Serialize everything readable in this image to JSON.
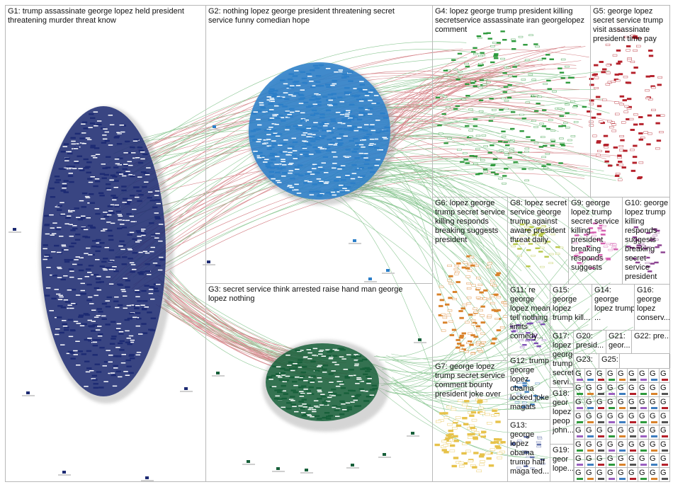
{
  "groups": [
    {
      "id": "G1",
      "label": "G1: trump assassinate george lopez held president threatening murder threat know",
      "color": "#1d2b73"
    },
    {
      "id": "G2",
      "label": "G2: nothing lopez george president threatening secret service funny comedian hope",
      "color": "#2c7fc9"
    },
    {
      "id": "G3",
      "label": "G3: secret service think arrested raise hand man george lopez nothing",
      "color": "#17603a"
    },
    {
      "id": "G4",
      "label": "G4: lopez george trump president killing secretservice assassinate iran georgelopez comment",
      "color": "#2e9a3c"
    },
    {
      "id": "G5",
      "label": "G5: george lopez secret service trump visit assassinate president time pay",
      "color": "#b5202a"
    },
    {
      "id": "G6",
      "label": "G6: lopez george trump secret service killing responds breaking suggests president",
      "color": "#d9822b"
    },
    {
      "id": "G7",
      "label": "G7: george lopez trump secret service comment bounty president joke over",
      "color": "#e7c24a"
    },
    {
      "id": "G8",
      "label": "G8: lopez secret service george trump against aware president threat daily",
      "color": "#b9c94a"
    },
    {
      "id": "G9",
      "label": "G9: george lopez trump secret service killing president breaking responds suggests",
      "color": "#d45fb0"
    },
    {
      "id": "G10",
      "label": "G10: george lopez trump killing responds suggests breaking secret service president",
      "color": "#8a3f8f"
    },
    {
      "id": "G11",
      "label": "G11: re george lopez mean tell nothing limits comedy...",
      "color": "#7d4fb5"
    },
    {
      "id": "G12",
      "label": "G12: trump george lopez obama locked joke magats",
      "color": "#3e7dbf"
    },
    {
      "id": "G13",
      "label": "G13: george lopez obama trump half maga ted...",
      "color": "#5e6ea8"
    },
    {
      "id": "G14",
      "label": "G14: george lopez trump ...",
      "color": "#3aa0c9"
    },
    {
      "id": "G15",
      "label": "G15: george lopez trump kill...",
      "color": "#6aa84f"
    },
    {
      "id": "G16",
      "label": "G16: george lopez conserv...",
      "color": "#4b8fb5"
    },
    {
      "id": "G17",
      "label": "G17: lopez george trump secret servi...",
      "color": "#9b5fc0"
    },
    {
      "id": "G18",
      "label": "G18: geor lopez peop john...",
      "color": "#c26c3f"
    },
    {
      "id": "G19",
      "label": "G19: geor lope...",
      "color": "#b54a7a"
    },
    {
      "id": "G20",
      "label": "G20: presid...",
      "color": "#5aa07a"
    },
    {
      "id": "G21",
      "label": "G21: geor...",
      "color": "#7a8fb5"
    },
    {
      "id": "G22",
      "label": "G22: pre...",
      "color": "#a88f3e"
    },
    {
      "id": "G23",
      "label": "G23:",
      "color": "#6b6b6b"
    },
    {
      "id": "G25",
      "label": "G25:",
      "color": "#6b6b6b"
    },
    {
      "id": "G_small",
      "label": "G",
      "color": "#555555"
    }
  ]
}
